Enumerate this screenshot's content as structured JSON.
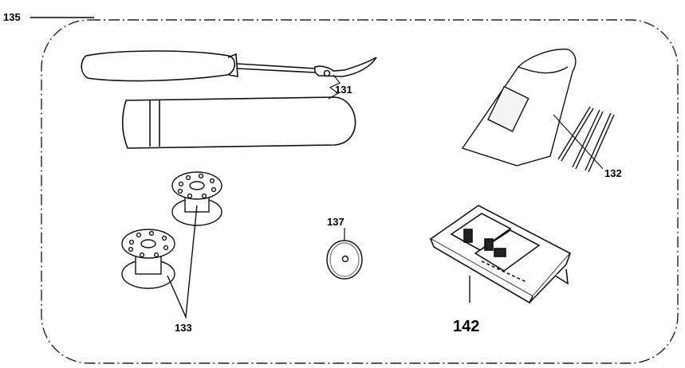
{
  "labels": {
    "frame": "135",
    "seam_ripper": "131",
    "needles": "132",
    "bobbins": "133",
    "spool_cap": "137",
    "presser_foot": "142"
  },
  "icons": {
    "seam_ripper": "seam-ripper-icon",
    "ripper_cap": "seam-ripper-cap-icon",
    "needle_pack": "needle-pack-icon",
    "bobbin": "bobbin-icon",
    "spool_cap": "spool-cap-icon",
    "presser_foot": "presser-foot-icon"
  }
}
